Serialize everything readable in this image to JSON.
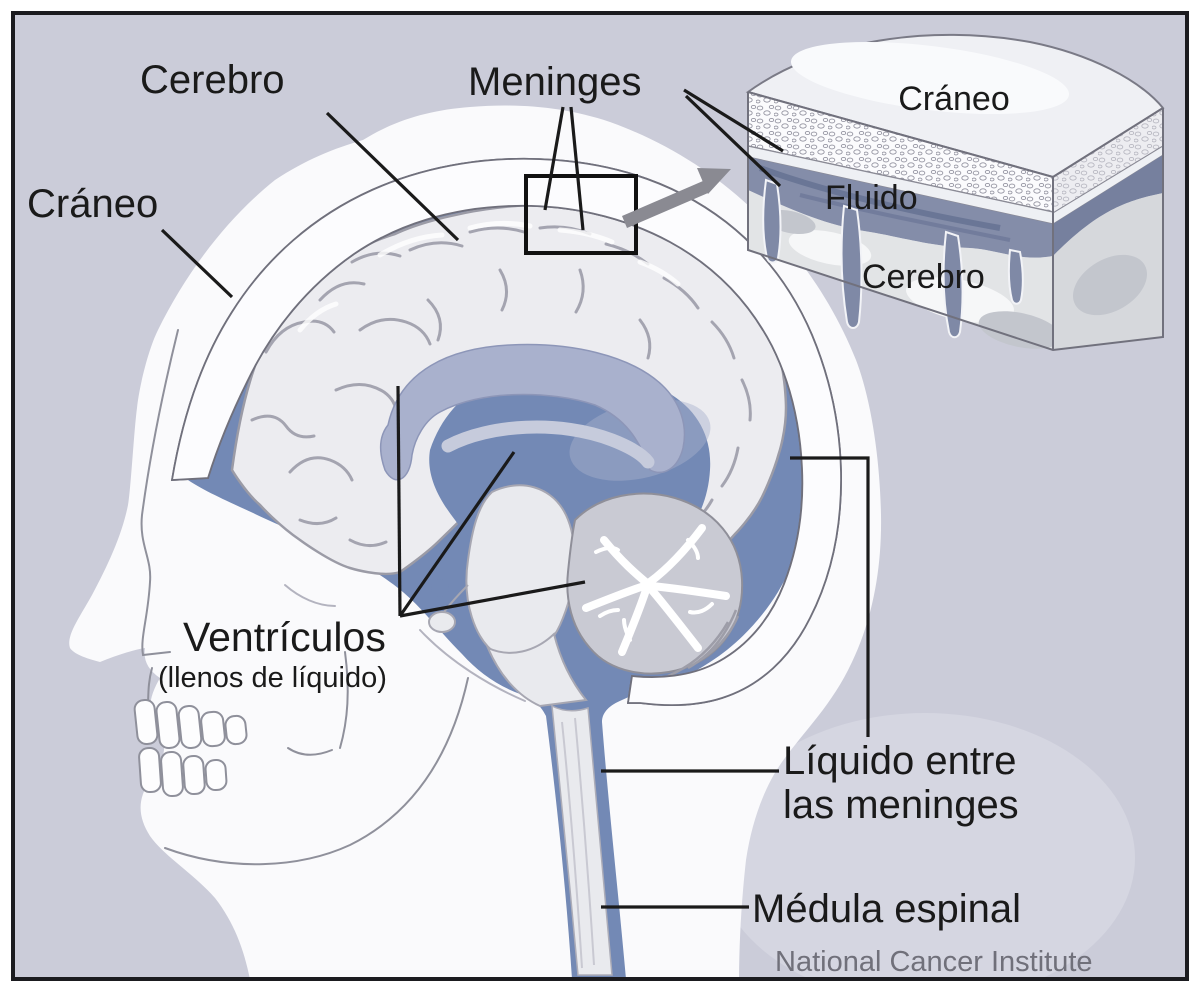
{
  "diagram": {
    "labels": {
      "cerebro": "Cerebro",
      "craneo": "Cráneo",
      "meninges": "Meninges",
      "ventriculos": "Ventrículos",
      "ventriculos_sub": "(llenos de líquido)",
      "liquido_line1": "Líquido entre",
      "liquido_line2": "las meninges",
      "medula": "Médula espinal"
    },
    "inset": {
      "craneo": "Cráneo",
      "fluido": "Fluido",
      "cerebro": "Cerebro"
    },
    "credit": "National Cancer Institute",
    "colors": {
      "background": "#cbccd9",
      "csf_fluid": "#7389b5",
      "corpus_callosum": "#a9b1cd",
      "inset_fluid": "#848da9",
      "line": "#1a1a1a",
      "arrow": "#8a8a92",
      "credit_text": "#70707a"
    }
  }
}
